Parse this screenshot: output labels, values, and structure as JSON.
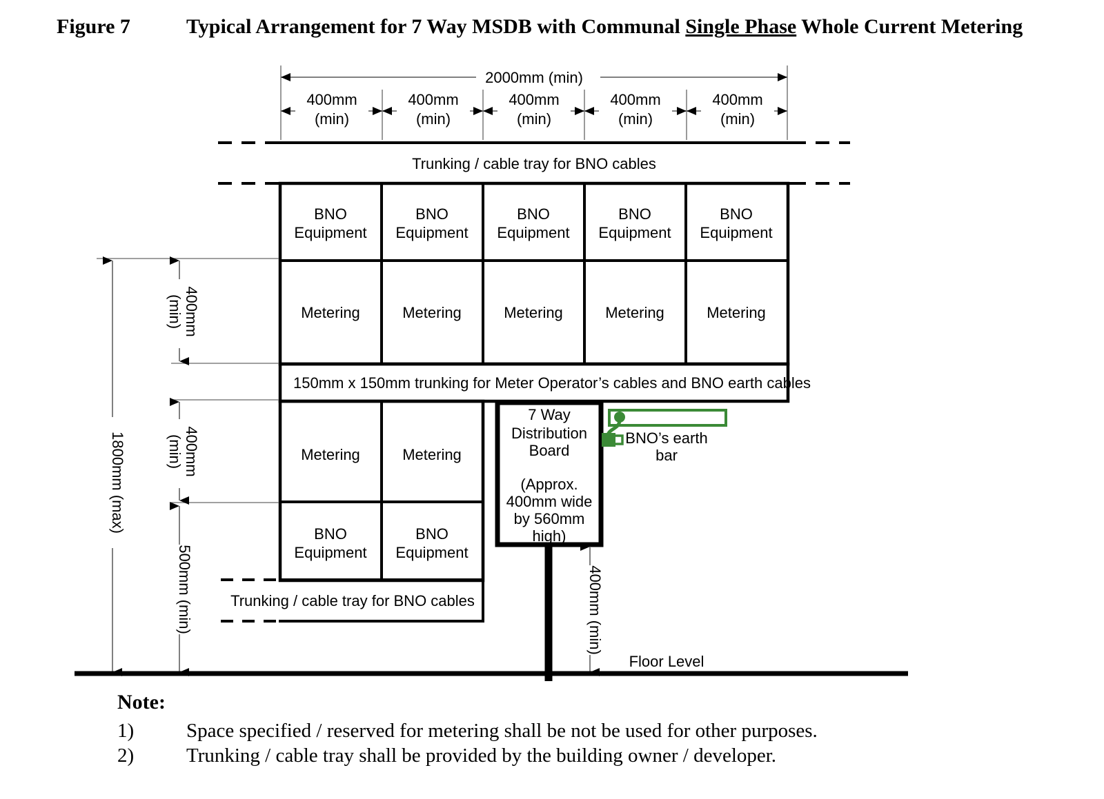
{
  "title": {
    "figure_label": "Figure 7",
    "text_before": "Typical Arrangement for 7 Way MSDB with Communal ",
    "underlined": "Single Phase",
    "text_after": " Whole Current Metering"
  },
  "colors": {
    "line": "#000000",
    "dimension_line": "#808080",
    "earth_green": "#3B8A36",
    "background": "#ffffff"
  },
  "diagram": {
    "top_overall_dimension": "2000mm (min)",
    "top_bay_dimensions": [
      "400mm\n(min)",
      "400mm\n(min)",
      "400mm\n(min)",
      "400mm\n(min)",
      "400mm\n(min)"
    ],
    "top_bay_dimension_line1": "400mm",
    "top_bay_dimension_line2": "(min)",
    "trunking_top_label": "Trunking / cable tray for BNO cables",
    "trunking_bottom_label": "Trunking / cable tray for BNO cables",
    "upper_row_bno": [
      "BNO\nEquipment",
      "BNO\nEquipment",
      "BNO\nEquipment",
      "BNO\nEquipment",
      "BNO\nEquipment"
    ],
    "bno_line1": "BNO",
    "bno_line2": "Equipment",
    "upper_row_metering": [
      "Metering",
      "Metering",
      "Metering",
      "Metering",
      "Metering"
    ],
    "metering_label": "Metering",
    "mid_trunking_label": "150mm x 150mm trunking for Meter Operator’s cables and BNO earth cables",
    "lower_row_metering": [
      "Metering",
      "Metering"
    ],
    "lower_row_bno": [
      "BNO\nEquipment",
      "BNO\nEquipment"
    ],
    "distribution_board": {
      "line1": "7 Way",
      "line2": "Distribution",
      "line3": "Board",
      "line4": "(Approx.",
      "line5": "400mm wide",
      "line6": "by 560mm",
      "line7": "high)"
    },
    "earth_bar_label_line1": "BNO’s earth",
    "earth_bar_label_line2": "bar",
    "left_dimensions": {
      "overall": "1800mm (max)",
      "upper_metering": "400mm\n(min)",
      "upper_metering_l1": "400mm",
      "upper_metering_l2": "(min)",
      "lower_metering_l1": "400mm",
      "lower_metering_l2": "(min)",
      "bottom": "500mm (min)"
    },
    "db_floor_dimension": "400mm (min)",
    "floor_level_label": "Floor Level"
  },
  "notes": {
    "heading": "Note:",
    "items": [
      {
        "num": "1)",
        "text": "Space specified / reserved for metering shall be not be used for other purposes."
      },
      {
        "num": "2)",
        "text": "Trunking / cable tray shall be provided by the building owner / developer."
      }
    ]
  }
}
